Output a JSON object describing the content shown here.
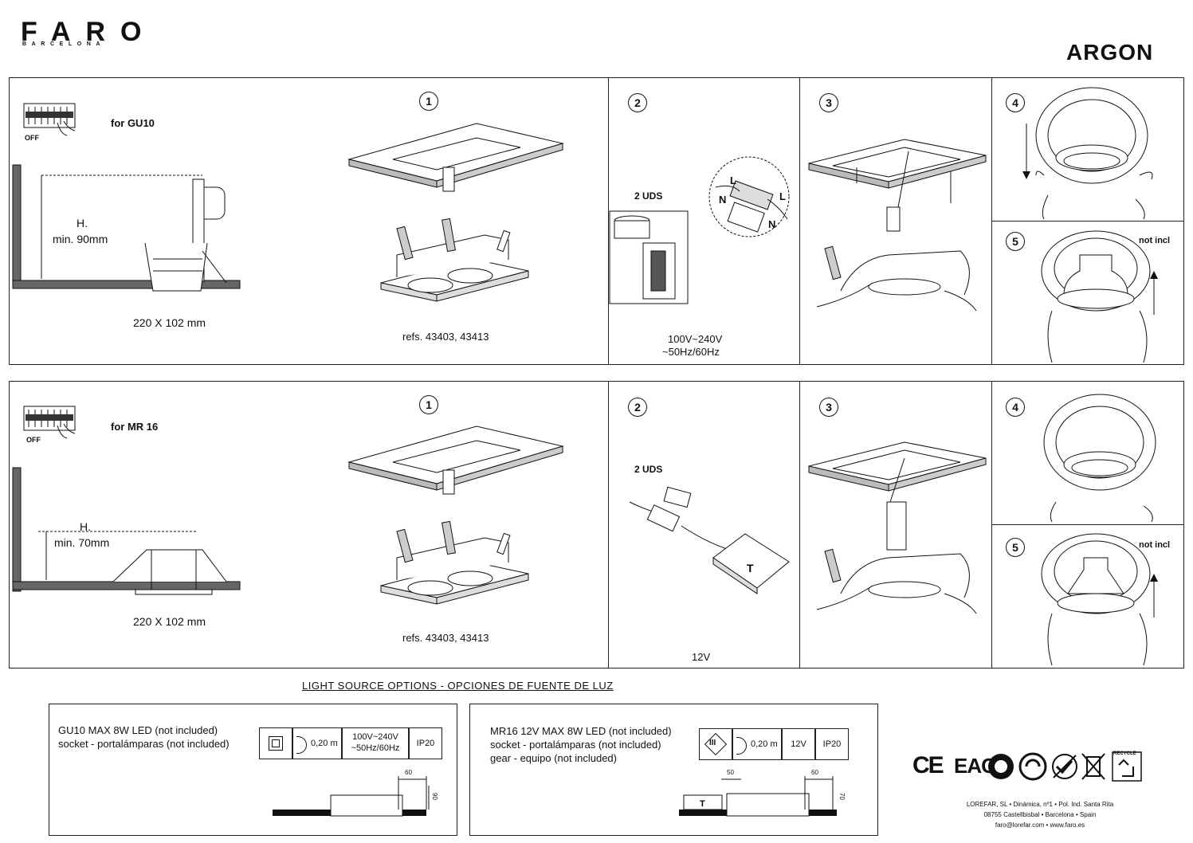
{
  "brand": {
    "name": "FARO",
    "sub": "BARCELONA"
  },
  "product": "ARGON",
  "rows": [
    {
      "off_label": "OFF",
      "for_label": "for GU10",
      "height_label": "H.",
      "height_value": "min. 90mm",
      "size": "220 X 102 mm",
      "refs": "refs. 43403, 43413",
      "qty": "2 UDS",
      "voltage_line1": "100V~240V",
      "voltage_line2": "~50Hz/60Hz",
      "steps": [
        "1",
        "2",
        "3",
        "4",
        "5"
      ],
      "wire_labels": [
        "L",
        "N",
        "L",
        "N"
      ],
      "not_incl": "not incl"
    },
    {
      "off_label": "OFF",
      "for_label": "for MR 16",
      "height_label": "H.",
      "height_value": "min. 70mm",
      "size": "220 X 102 mm",
      "refs": "refs. 43403, 43413",
      "qty": "2 UDS",
      "voltage_line1": "12V",
      "steps": [
        "1",
        "2",
        "3",
        "4",
        "5"
      ],
      "not_incl": "not incl"
    }
  ],
  "light_source_title": "LIGHT SOURCE OPTIONS - OPCIONES DE FUENTE DE LUZ",
  "options": [
    {
      "lines": [
        "GU10 MAX 8W LED (not included)",
        "socket - portalámparas (not included)"
      ],
      "distance": "0,20 m",
      "voltage": [
        "100V~240V",
        "~50Hz/60Hz"
      ],
      "ip": "IP20",
      "dims": [
        "60",
        "90"
      ]
    },
    {
      "lines": [
        "MR16 12V MAX 8W LED (not included)",
        "socket - portalámparas (not included)",
        "gear - equipo (not included)"
      ],
      "distance": "0,20 m",
      "voltage": [
        "12V"
      ],
      "ip": "IP20",
      "dims": [
        "50",
        "60",
        "70"
      ]
    }
  ],
  "footer": {
    "certs": [
      "CE",
      "EAC"
    ],
    "recycle_label": "RECYCLE",
    "company_line1": "LOREFAR, SL • Dinámica, nº1 • Pol. Ind. Santa Rita",
    "company_line2": "08755 Castellbisbal • Barcelona • Spain",
    "company_line3": "faro@lorefar.com • www.faro.es"
  }
}
